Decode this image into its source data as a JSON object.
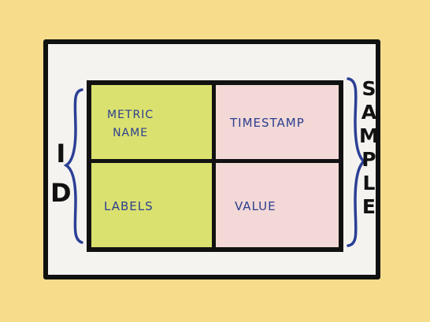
{
  "cells": {
    "metric_name_line1": "Metric",
    "metric_name_line2": "Name",
    "timestamp": "Timestamp",
    "labels": "Labels",
    "value": "Value"
  },
  "brackets": {
    "left": "ID",
    "right": "SAMPLE"
  },
  "colors": {
    "background": "#f7dc8c",
    "card": "#f4f3f0",
    "green_cell": "#dbe16f",
    "pink_cell": "#f2d8d6",
    "cell_text": "#2c3f8f",
    "brace": "#2b3f96"
  }
}
